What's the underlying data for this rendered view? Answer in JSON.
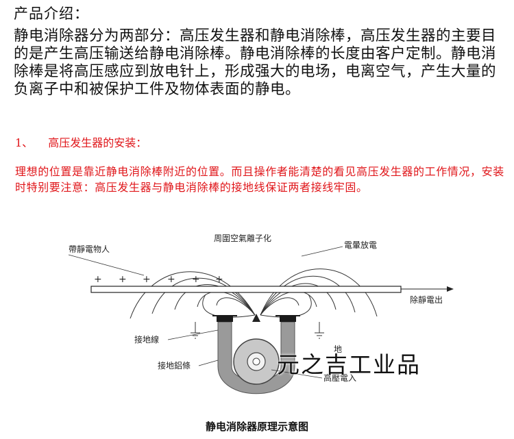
{
  "intro": {
    "heading": "产品介绍：",
    "body": "静电消除器分为两部分：高压发生器和静电消除棒，高压发生器的主要目的是产生高压输送给静电消除棒。静电消除棒的长度由客户定制。静电消除棒是将高压感应到放电针上，形成强大的电场，电离空气，产生大量的负离子中和被保护工件及物体表面的静电。"
  },
  "section": {
    "number": "1、",
    "title": "高压发生器的安装：",
    "body": "理想的位置是靠近静电消除棒附近的位置。而且操作者能清楚的看见高压发生器的工作情况，安装时特别要注意：高压发生器与静电消除棒的接地线保证两者接线牢固。"
  },
  "diagram": {
    "labels": {
      "ionized_air": "周圍空氣離子化",
      "charged_object": "帶靜電物人",
      "corona_discharge": "電暈放電",
      "static_removed": "除靜電出",
      "ground_wire": "接地線",
      "ground_bar": "接地鋁條",
      "high_voltage_in": "高壓電入",
      "partial_label": "地"
    },
    "charge_sign": "+",
    "caption": "静电消除器原理示意图"
  },
  "watermark": "元之吉工业品"
}
